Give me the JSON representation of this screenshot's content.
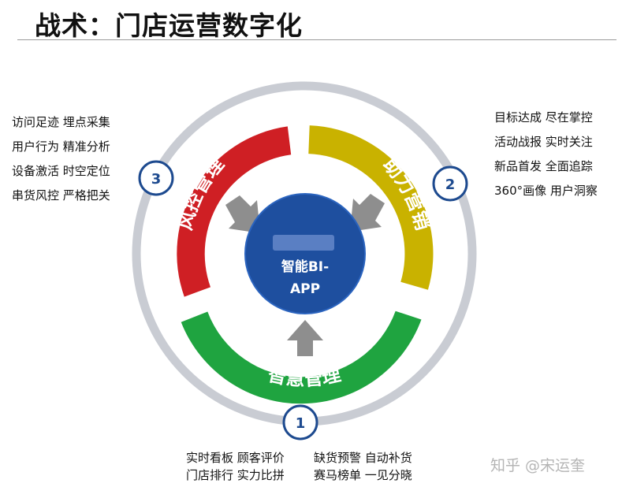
{
  "title": "战术：门店运营数字化",
  "center": {
    "line1": "智能BI-",
    "line2": "APP"
  },
  "segments": [
    {
      "label": "风控管理",
      "color": "#cf1f24"
    },
    {
      "label": "助力营销",
      "color": "#c9b200"
    },
    {
      "label": "智慧管理",
      "color": "#1fa440"
    }
  ],
  "badges": [
    "3",
    "2",
    "1"
  ],
  "left_items": [
    "访问足迹  埋点采集",
    "用户行为  精准分析",
    "设备激活  时空定位",
    "串货风控  严格把关"
  ],
  "right_items": [
    "目标达成  尽在掌控",
    "活动战报  实时关注",
    "新品首发  全面追踪",
    "360°画像  用户洞察"
  ],
  "bottom_items_col1": [
    "实时看板  顾客评价",
    "门店排行  实力比拼"
  ],
  "bottom_items_col2": [
    "缺货预警  自动补货",
    "赛马榜单  一见分晓"
  ],
  "watermark": "知乎 @宋运奎",
  "colors": {
    "ring": "#c9ccd3",
    "center": "#1e4f9f",
    "badge_border": "#1d4a8f",
    "arrow": "#8e8e8e"
  }
}
